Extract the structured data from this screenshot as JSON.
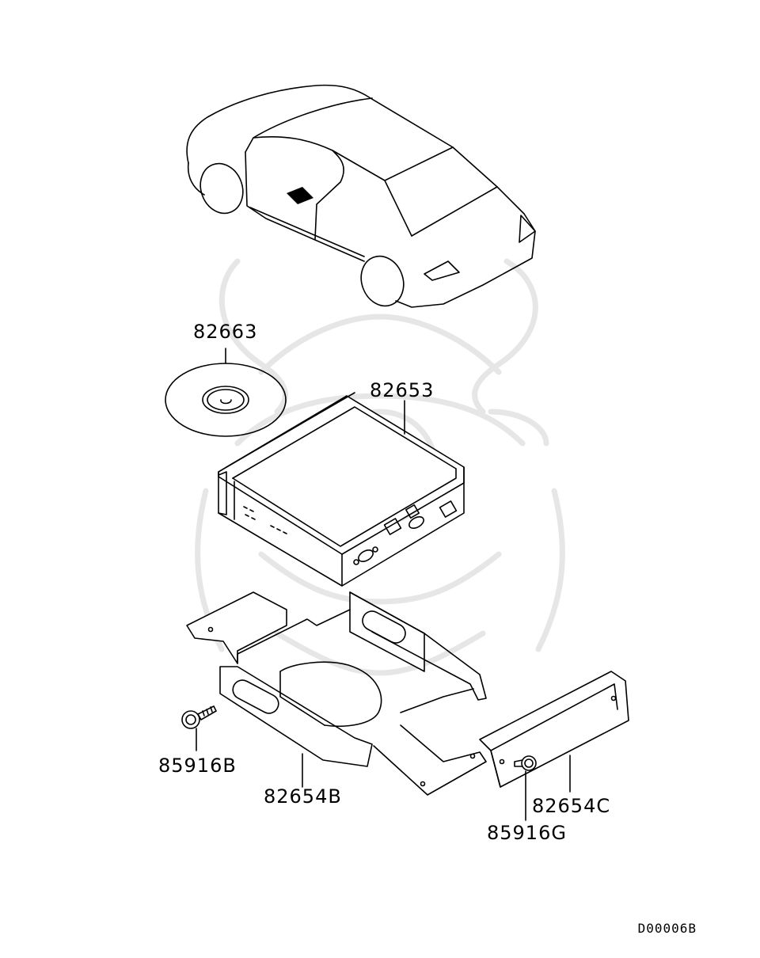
{
  "diagram": {
    "code": "D00006B",
    "parts": [
      {
        "number": "82663",
        "description_icon": "cd-disc-icon"
      },
      {
        "number": "82653",
        "description_icon": "dvd-navigation-unit-icon"
      },
      {
        "number": "85916B",
        "description_icon": "bolt-icon"
      },
      {
        "number": "82654B",
        "description_icon": "mounting-bracket-icon"
      },
      {
        "number": "82654C",
        "description_icon": "side-bracket-icon"
      },
      {
        "number": "85916G",
        "description_icon": "screw-icon"
      }
    ],
    "watermark": "samurai-helmet-watermark"
  }
}
